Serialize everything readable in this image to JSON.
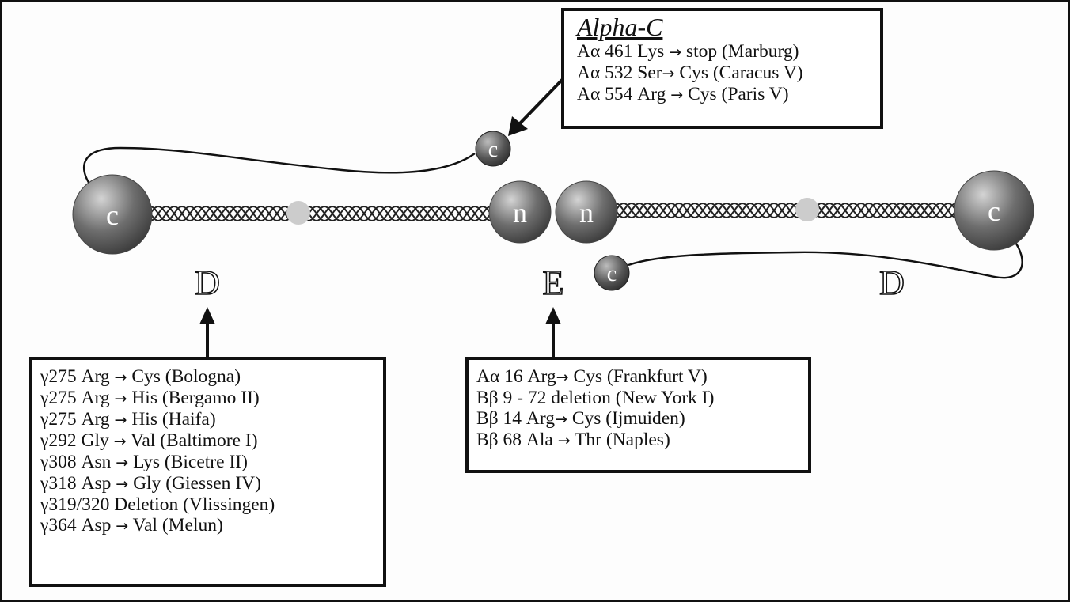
{
  "colors": {
    "sphere": "#6e6e6e",
    "sphere_highlight": "#d4d4d4",
    "d_node": "#cccccc",
    "ink": "#111111",
    "region_fill": "#ffffff"
  },
  "domains": {
    "c_left": "c",
    "c_right": "c",
    "n_left": "n",
    "n_right": "n",
    "alpha_c_top": "c",
    "alpha_c_bottom": "c"
  },
  "regions": {
    "d_left": "D",
    "e_center": "E",
    "d_right": "D"
  },
  "alpha_c_box": {
    "title": "Alpha-C",
    "lines": [
      [
        "Aα 461 Lys ",
        "→",
        " stop (Marburg)"
      ],
      [
        "Aα 532 Ser",
        "→",
        " Cys (Caracus V)"
      ],
      [
        "Aα 554 Arg ",
        "→",
        " Cys (Paris V)"
      ]
    ]
  },
  "d_box": {
    "lines": [
      [
        "γ275 Arg ",
        "→",
        " Cys (Bologna)"
      ],
      [
        "γ275 Arg ",
        "→",
        " His (Bergamo II)"
      ],
      [
        "γ275 Arg ",
        "→",
        " His (Haifa)"
      ],
      [
        "γ292 Gly ",
        "→",
        " Val (Baltimore I)"
      ],
      [
        "γ308 Asn ",
        "→",
        " Lys (Bicetre II)"
      ],
      [
        "γ318 Asp ",
        "→",
        " Gly (Giessen IV)"
      ],
      [
        "γ319/320 Deletion (Vlissingen)"
      ],
      [
        "γ364 Asp ",
        "→",
        " Val (Melun)"
      ]
    ]
  },
  "e_box": {
    "lines": [
      [
        "Aα 16 Arg",
        "→",
        " Cys (Frankfurt V)"
      ],
      [
        "Bβ 9 - 72 deletion (New York I)"
      ],
      [
        "Bβ 14 Arg",
        "→",
        " Cys (Ijmuiden)"
      ],
      [
        "Bβ 68 Ala ",
        "→",
        " Thr (Naples)"
      ]
    ]
  }
}
